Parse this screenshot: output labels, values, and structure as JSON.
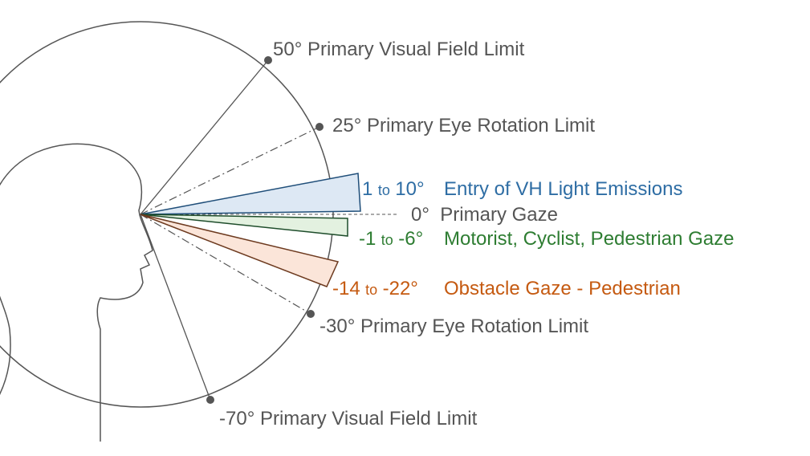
{
  "colors": {
    "outline": "#555555",
    "text_gray": "#555555",
    "blue": "#2e6da4",
    "blue_fill": "#dde8f4",
    "blue_stroke": "#1f4e79",
    "green": "#2e7d32",
    "green_fill": "#e3f1e0",
    "green_stroke": "#1e4d2b",
    "orange": "#c55a11",
    "orange_fill": "#fbe5d9",
    "orange_stroke": "#6d3a1f"
  },
  "labels": {
    "visual_field_upper": "50° Primary Visual Field Limit",
    "eye_rotation_upper": "25° Primary Eye Rotation Limit",
    "primary_gaze": "0°  Primary Gaze",
    "eye_rotation_lower": "-30° Primary Eye Rotation Limit",
    "visual_field_lower": "-70° Primary Visual Field Limit"
  },
  "bands": {
    "vh_light": {
      "from": "1",
      "to_word": "to",
      "to": "10°",
      "label": "Entry of VH Light Emissions",
      "range_deg": [
        1,
        10
      ]
    },
    "road_users": {
      "from": "-1",
      "to_word": "to",
      "to": "-6°",
      "label": "Motorist, Cyclist, Pedestrian Gaze",
      "range_deg": [
        -1,
        -6
      ]
    },
    "obstacle": {
      "from": "-14",
      "to_word": "to",
      "to": "-22°",
      "label": "Obstacle Gaze - Pedestrian",
      "range_deg": [
        -14,
        -22
      ]
    }
  }
}
